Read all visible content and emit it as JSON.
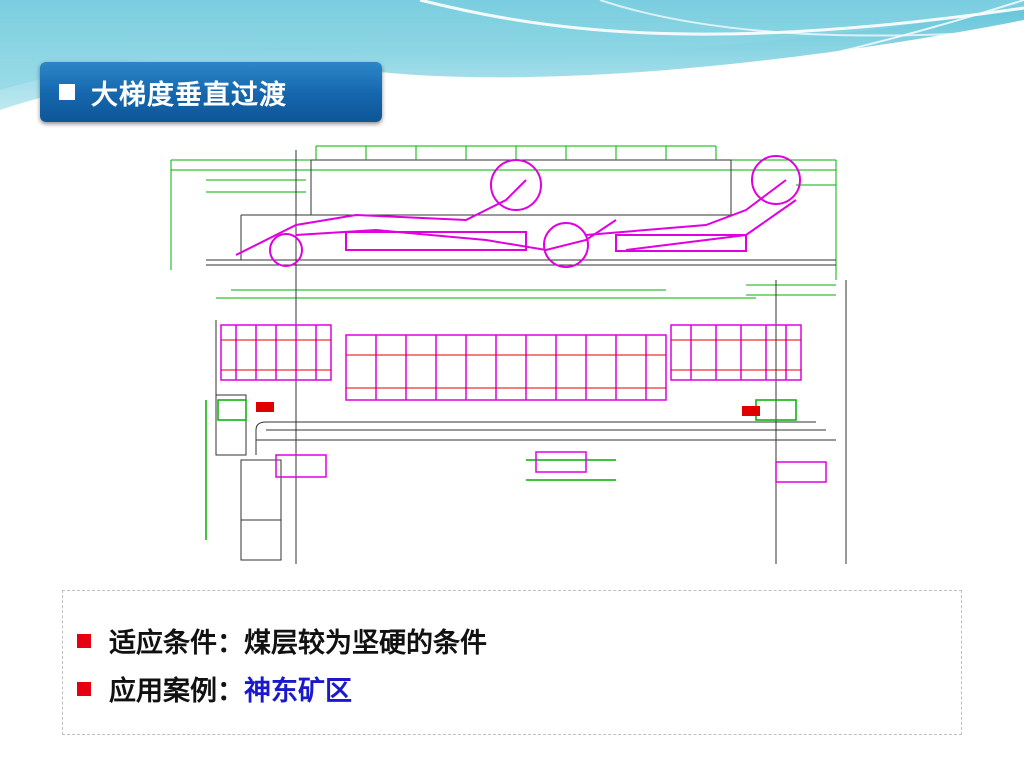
{
  "slide": {
    "title": "大梯度垂直过渡",
    "bullets": [
      {
        "label": "适应条件：",
        "value": "煤层较为坚硬的条件"
      },
      {
        "label": "应用案例：",
        "value": "神东矿区"
      }
    ]
  },
  "colors": {
    "title_bg": "#1566ad",
    "bullet": "#e60012",
    "highlight": "#1a1acc",
    "drawing_magenta": "#e000e0",
    "drawing_green": "#00b000",
    "drawing_red": "#e00000"
  },
  "icons": [
    "title-square-icon",
    "bullet-square-icon"
  ]
}
